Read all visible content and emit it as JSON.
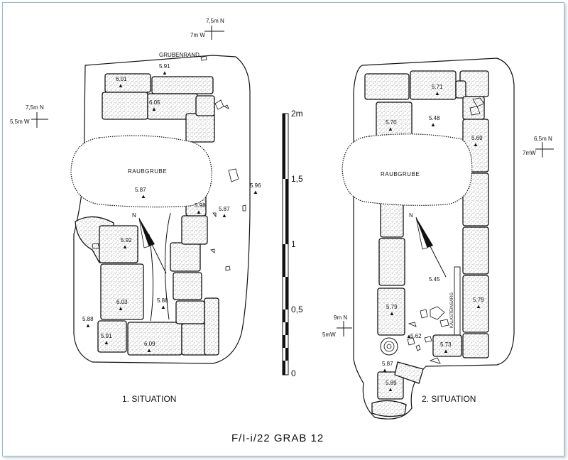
{
  "title": "F/I-i/22  GRAB 12",
  "plans": [
    {
      "caption": "1. SITUATION",
      "pit_label": "RAUBGRUBE",
      "edge_label": "GRUBENRAND",
      "coords": {
        "north": "7,5m N",
        "west": "7m W",
        "side_north": "7,5m N",
        "side_west": "5,5m W"
      },
      "levels": [
        "5.91",
        "6.01",
        "6.05",
        "5.87",
        "5.96",
        "5.98",
        "5.87",
        "5.92",
        "6.03",
        "5.88",
        "5.88",
        "5.91",
        "6.09"
      ]
    },
    {
      "caption": "2. SITUATION",
      "pit_label": "RAUBGRUBE",
      "coords": {
        "side_north": "6,5m N",
        "side_west": "7mW",
        "bottom_north": "9m N",
        "bottom_west": "5mW"
      },
      "levels": [
        "5.71",
        "5.70",
        "5.48",
        "5.69",
        "5.45",
        "5.79",
        "5.79",
        "5.62",
        "5.73",
        "5.87",
        "5.89"
      ],
      "sarcophagus_label": "KALKSTEINSARG"
    }
  ],
  "scale": {
    "ticks": [
      "2m",
      "1,5",
      "1",
      "0,5",
      "0"
    ]
  }
}
